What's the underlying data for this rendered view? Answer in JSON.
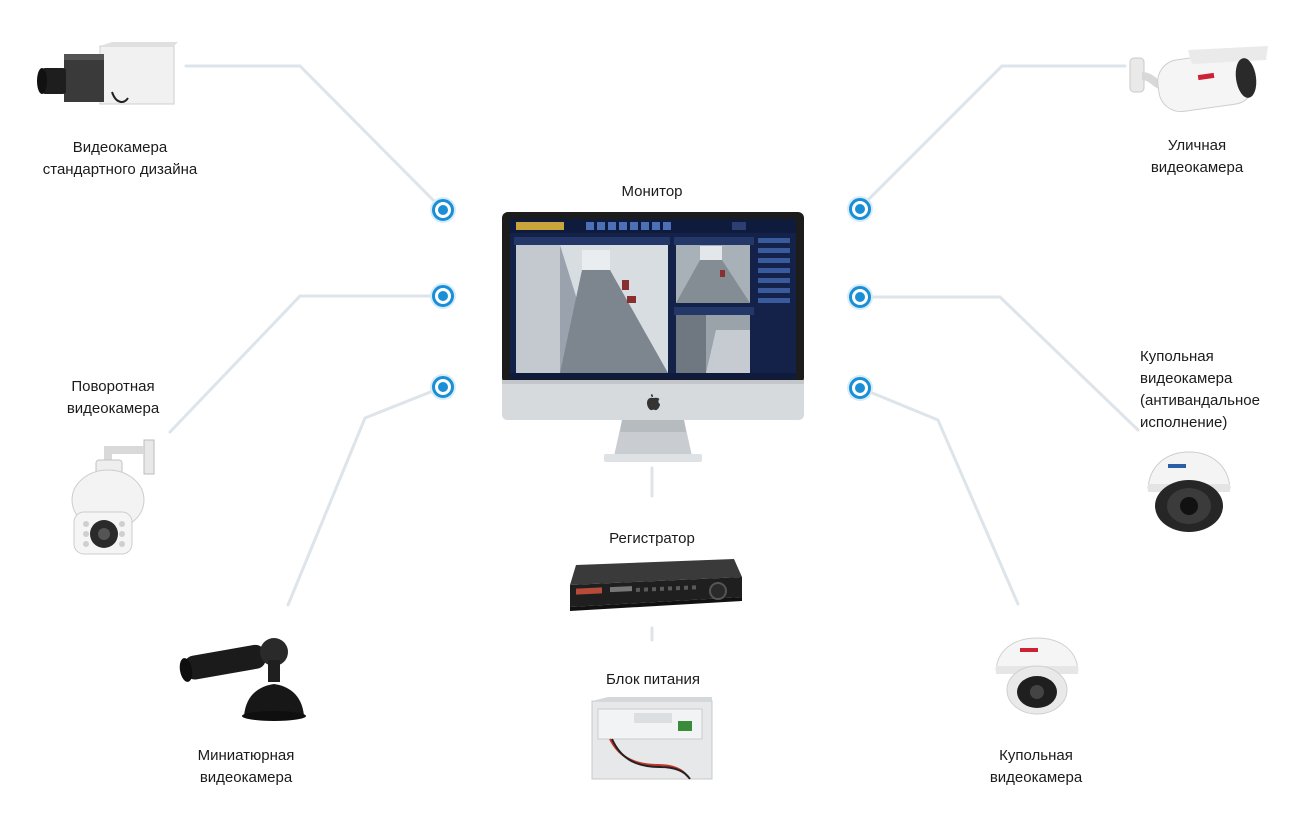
{
  "diagram": {
    "center": {
      "monitor_label": "Монитор",
      "recorder_label": "Регистратор",
      "power_label": "Блок питания"
    },
    "cameras": [
      {
        "id": "standard",
        "lines": [
          "Видеокамера",
          "стандартного дизайна"
        ]
      },
      {
        "id": "ptz",
        "lines": [
          "Поворотная",
          "видеокамера"
        ]
      },
      {
        "id": "mini",
        "lines": [
          "Миниатюрная",
          "видеокамера"
        ]
      },
      {
        "id": "outdoor",
        "lines": [
          "Уличная",
          "видеокамера"
        ]
      },
      {
        "id": "dome-vandal",
        "lines": [
          "Купольная",
          "видеокамера",
          "(антивандальное",
          "исполнение)"
        ]
      },
      {
        "id": "dome",
        "lines": [
          "Купольная",
          "видеокамера"
        ]
      }
    ],
    "colors": {
      "connector": "#1a8fd6",
      "wire": "#dde4ea",
      "screen_bg": "#14224a",
      "monitor_frame": "#cfd3d8"
    },
    "icons": [
      "box-camera-icon",
      "ptz-camera-icon",
      "mini-camera-icon",
      "bullet-camera-icon",
      "vandal-dome-camera-icon",
      "dome-camera-icon",
      "monitor-icon",
      "dvr-icon",
      "power-supply-icon",
      "apple-logo-icon"
    ]
  }
}
